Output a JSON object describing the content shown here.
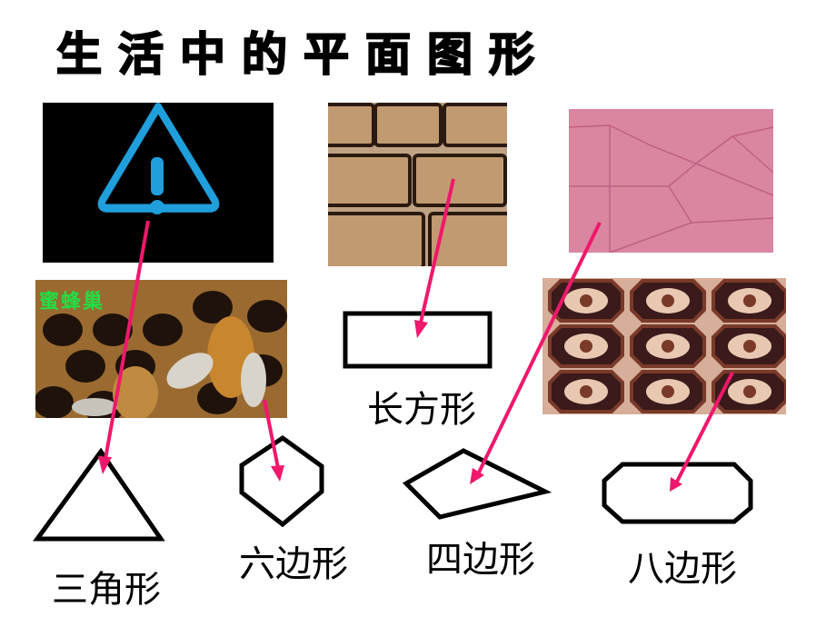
{
  "slide": {
    "title": "生活中的平面图形",
    "images": {
      "warning_sign": {
        "description": "blue warning triangle with exclamation mark on black background"
      },
      "brick_wall": {
        "description": "stone brick wall"
      },
      "pink_tiles": {
        "description": "pink polygon tile pattern"
      },
      "honeycomb": {
        "description": "bees on honeycomb",
        "overlay_text": "蜜蜂巢"
      },
      "carpet": {
        "description": "octagon pattern carpet"
      }
    },
    "shapes": [
      {
        "name": "triangle",
        "label": "三角形"
      },
      {
        "name": "hexagon",
        "label": "六边形"
      },
      {
        "name": "rectangle",
        "label": "长方形"
      },
      {
        "name": "quadrilateral",
        "label": "四边形"
      },
      {
        "name": "octagon",
        "label": "八边形"
      }
    ],
    "colors": {
      "arrow": "#f0186c",
      "warning_blue": "#1fa0dc",
      "pink_tile": "#d9809c",
      "outline": "#000000"
    }
  }
}
